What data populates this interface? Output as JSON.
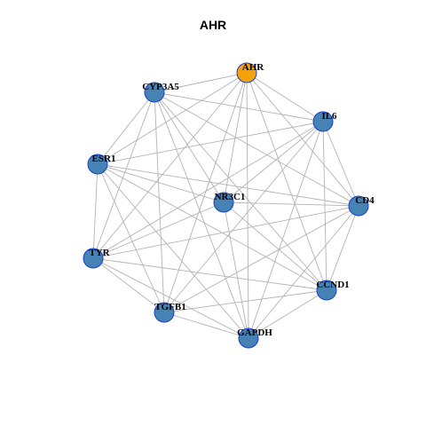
{
  "title": "AHR",
  "colors": {
    "hub_node": "#f5a10a",
    "node": "#4682b4",
    "node_border": "#1a3fcf",
    "edge": "#b3b3b3"
  },
  "nodes": [
    {
      "id": "AHR",
      "label": "AHR",
      "hub": true
    },
    {
      "id": "CYP3A5",
      "label": "CYP3A5",
      "hub": false
    },
    {
      "id": "IL6",
      "label": "IL6",
      "hub": false
    },
    {
      "id": "ESR1",
      "label": "ESR1",
      "hub": false
    },
    {
      "id": "NR3C1",
      "label": "NR3C1",
      "hub": false
    },
    {
      "id": "CD4",
      "label": "CD4",
      "hub": false
    },
    {
      "id": "TYR",
      "label": "TYR",
      "hub": false
    },
    {
      "id": "CCND1",
      "label": "CCND1",
      "hub": false
    },
    {
      "id": "TGFB1",
      "label": "TGFB1",
      "hub": false
    },
    {
      "id": "GAPDH",
      "label": "GAPDH",
      "hub": false
    }
  ],
  "edges": [
    [
      "AHR",
      "CYP3A5"
    ],
    [
      "AHR",
      "IL6"
    ],
    [
      "AHR",
      "CD4"
    ],
    [
      "AHR",
      "CCND1"
    ],
    [
      "AHR",
      "GAPDH"
    ],
    [
      "AHR",
      "TGFB1"
    ],
    [
      "AHR",
      "NR3C1"
    ],
    [
      "AHR",
      "ESR1"
    ],
    [
      "AHR",
      "TYR"
    ],
    [
      "CYP3A5",
      "IL6"
    ],
    [
      "CYP3A5",
      "CD4"
    ],
    [
      "CYP3A5",
      "CCND1"
    ],
    [
      "CYP3A5",
      "GAPDH"
    ],
    [
      "CYP3A5",
      "TGFB1"
    ],
    [
      "CYP3A5",
      "ESR1"
    ],
    [
      "CYP3A5",
      "TYR"
    ],
    [
      "CYP3A5",
      "NR3C1"
    ],
    [
      "IL6",
      "ESR1"
    ],
    [
      "IL6",
      "NR3C1"
    ],
    [
      "IL6",
      "CD4"
    ],
    [
      "IL6",
      "CCND1"
    ],
    [
      "IL6",
      "GAPDH"
    ],
    [
      "IL6",
      "TGFB1"
    ],
    [
      "IL6",
      "TYR"
    ],
    [
      "ESR1",
      "NR3C1"
    ],
    [
      "ESR1",
      "CD4"
    ],
    [
      "ESR1",
      "CCND1"
    ],
    [
      "ESR1",
      "GAPDH"
    ],
    [
      "ESR1",
      "TGFB1"
    ],
    [
      "ESR1",
      "TYR"
    ],
    [
      "NR3C1",
      "CD4"
    ],
    [
      "NR3C1",
      "GAPDH"
    ],
    [
      "NR3C1",
      "TYR"
    ],
    [
      "NR3C1",
      "CCND1"
    ],
    [
      "CD4",
      "TGFB1"
    ],
    [
      "CD4",
      "GAPDH"
    ],
    [
      "CD4",
      "CCND1"
    ],
    [
      "CD4",
      "TYR"
    ],
    [
      "TYR",
      "TGFB1"
    ],
    [
      "TYR",
      "CCND1"
    ],
    [
      "TYR",
      "GAPDH"
    ],
    [
      "CCND1",
      "TGFB1"
    ],
    [
      "CCND1",
      "GAPDH"
    ],
    [
      "TGFB1",
      "GAPDH"
    ]
  ]
}
